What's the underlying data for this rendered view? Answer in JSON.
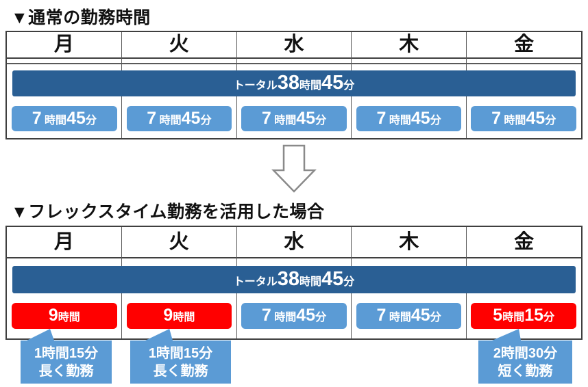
{
  "colors": {
    "dark_blue": "#2a5f94",
    "light_blue": "#5b9bd5",
    "red": "#ff0000",
    "border_dark": "#3f3f3f"
  },
  "section1": {
    "title": "▼通常の勤務時間"
  },
  "section2": {
    "title": "▼フレックスタイム勤務を活用した場合"
  },
  "days": [
    "月",
    "火",
    "水",
    "木",
    "金"
  ],
  "table_normal": {
    "total": {
      "prefix": "トータル",
      "n1": "38",
      "u1": "時間",
      "n2": "45",
      "u2": "分"
    },
    "cells": [
      {
        "n1": "7",
        "u1": " 時間",
        "n2": "45",
        "u2": "分",
        "type": "normal"
      },
      {
        "n1": "7",
        "u1": " 時間",
        "n2": "45",
        "u2": "分",
        "type": "normal"
      },
      {
        "n1": "7",
        "u1": " 時間",
        "n2": "45",
        "u2": "分",
        "type": "normal"
      },
      {
        "n1": "7",
        "u1": " 時間",
        "n2": "45",
        "u2": "分",
        "type": "normal"
      },
      {
        "n1": "7",
        "u1": " 時間",
        "n2": "45",
        "u2": "分",
        "type": "normal"
      }
    ]
  },
  "table_flex": {
    "total": {
      "prefix": "トータル",
      "n1": "38",
      "u1": "時間",
      "n2": "45",
      "u2": "分"
    },
    "cells": [
      {
        "n1": "9",
        "u1": "時間",
        "n2": "",
        "u2": "",
        "type": "longer"
      },
      {
        "n1": "9",
        "u1": "時間",
        "n2": "",
        "u2": "",
        "type": "longer"
      },
      {
        "n1": "7",
        "u1": " 時間",
        "n2": "45",
        "u2": "分",
        "type": "normal"
      },
      {
        "n1": "7",
        "u1": " 時間",
        "n2": "45",
        "u2": "分",
        "type": "normal"
      },
      {
        "n1": "5",
        "u1": "時間",
        "n2": "15",
        "u2": "分",
        "type": "shorter"
      }
    ],
    "callouts": [
      {
        "line1": "1時間15分",
        "line2": "長く勤務"
      },
      {
        "line1": "1時間15分",
        "line2": "長く勤務"
      },
      {
        "line1": "2時間30分",
        "line2": "短く勤務"
      }
    ]
  }
}
